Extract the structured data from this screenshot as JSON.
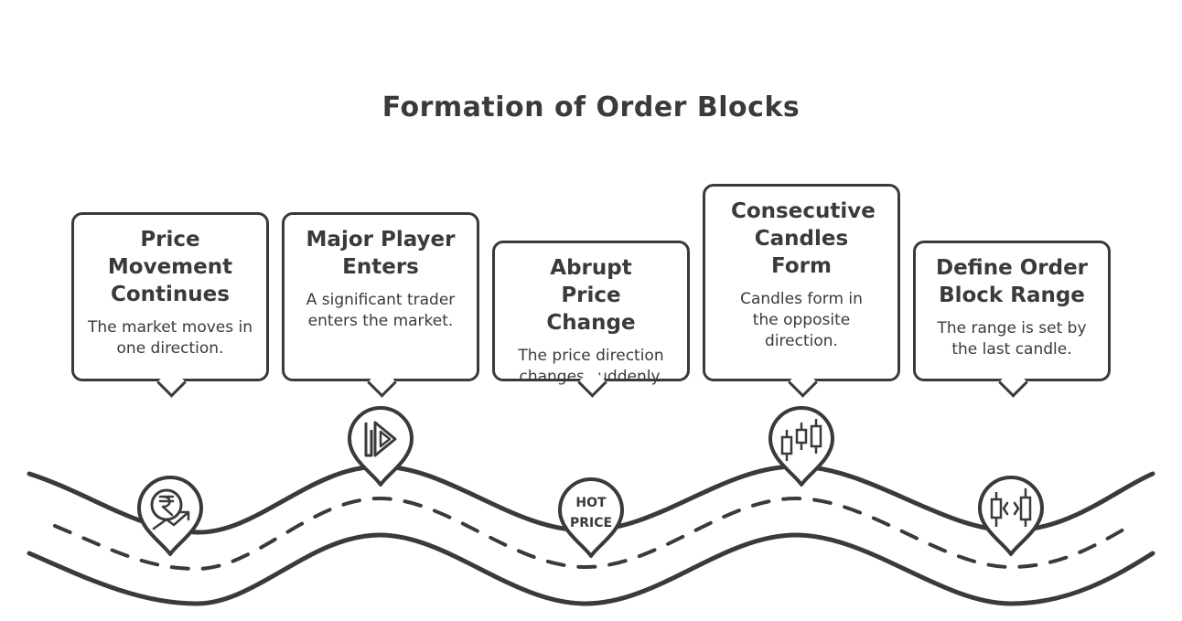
{
  "title": "Formation of Order Blocks",
  "steps": [
    {
      "heading": "Price Movement Continues",
      "text": "The market moves in one direction.",
      "icon": "rupee-trend-icon"
    },
    {
      "heading": "Major Player Enters",
      "text": "A significant trader enters the market.",
      "icon": "entry-arrow-icon"
    },
    {
      "heading": "Abrupt Price Change",
      "text": "The price direction changes suddenly.",
      "icon": "hot-price-icon"
    },
    {
      "heading": "Consecutive Candles Form",
      "text": "Candles form in the opposite direction.",
      "icon": "candlesticks-icon"
    },
    {
      "heading": "Define Order Block Range",
      "text": "The range is set by the last candle.",
      "icon": "candle-range-icon"
    }
  ],
  "hot_price_label": {
    "line1": "HOT",
    "line2": "PRICE"
  },
  "colors": {
    "ink": "#3a3a3a",
    "background": "#ffffff"
  }
}
